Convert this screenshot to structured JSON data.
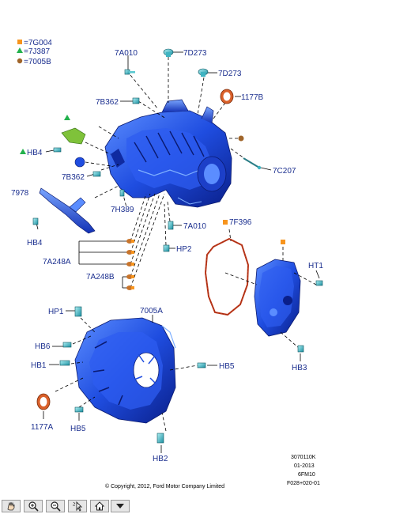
{
  "legend": [
    {
      "symbol": "square",
      "color": "#f7941d",
      "code": "=7G004"
    },
    {
      "symbol": "triangle",
      "color": "#22b14c",
      "code": "=7J387"
    },
    {
      "symbol": "circle",
      "color": "#a0652a",
      "code": "=7005B"
    }
  ],
  "labels": {
    "l_7A010_top": "7A010",
    "l_7D273_a": "7D273",
    "l_7D273_b": "7D273",
    "l_1177B": "1177B",
    "l_7B362_a": "7B362",
    "l_HB4_a": "HB4",
    "l_7B362_b": "7B362",
    "l_7C207": "7C207",
    "l_7978": "7978",
    "l_7H389": "7H389",
    "l_7F396": "7F396",
    "l_7A010_mid": "7A010",
    "l_HB4_b": "HB4",
    "l_HP2": "HP2",
    "l_7A248A": "7A248A",
    "l_HT1": "HT1",
    "l_7A248B": "7A248B",
    "l_HP1": "HP1",
    "l_7005A": "7005A",
    "l_HB6": "HB6",
    "l_HB1": "HB1",
    "l_HB5_right": "HB5",
    "l_HB3": "HB3",
    "l_1177A": "1177A",
    "l_HB5_left": "HB5",
    "l_HB2": "HB2"
  },
  "footer": {
    "ref1": "3070110K",
    "ref2": "01-2013",
    "ref3": "6FM10",
    "ref4": "F028+020-01",
    "copyright": "© Copyright, 2012, Ford Motor Company Limited"
  },
  "toolbar": [
    {
      "name": "pan-icon"
    },
    {
      "name": "zoom-in-icon"
    },
    {
      "name": "zoom-out-icon"
    },
    {
      "name": "select-icon"
    },
    {
      "name": "home-icon"
    },
    {
      "name": "dropdown-icon"
    }
  ]
}
